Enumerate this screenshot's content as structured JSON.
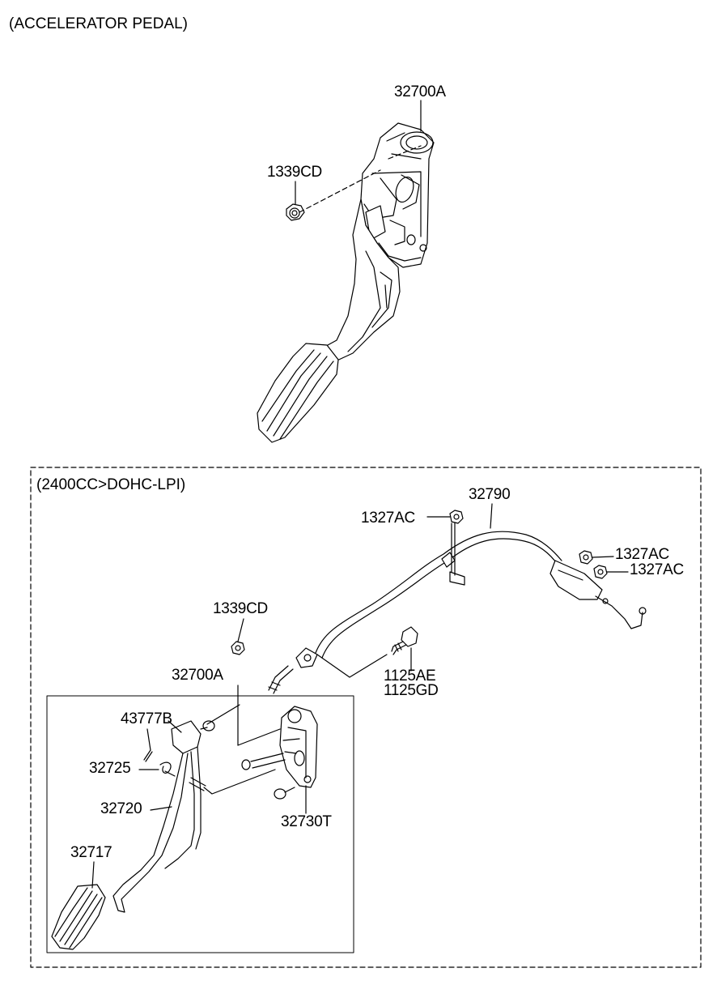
{
  "title": "(ACCELERATOR PEDAL)",
  "variant_label": "(2400CC>DOHC-LPI)",
  "parts": {
    "p32700A_top": "32700A",
    "p1339CD_top": "1339CD",
    "p32790": "32790",
    "p1327AC_a": "1327AC",
    "p1327AC_b": "1327AC",
    "p1327AC_c": "1327AC",
    "p1339CD_bot": "1339CD",
    "p32700A_bot": "32700A",
    "p1125AE": "1125AE",
    "p1125GD": "1125GD",
    "p43777B": "43777B",
    "p32725": "32725",
    "p32720": "32720",
    "p32730T": "32730T",
    "p32717": "32717"
  }
}
